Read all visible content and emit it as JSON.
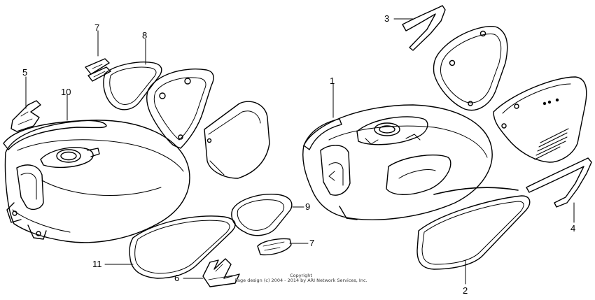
{
  "diagram": {
    "callouts": {
      "part_1": "1",
      "part_2": "2",
      "part_3": "3",
      "part_4": "4",
      "part_5": "5",
      "part_6": "6",
      "part_7_upper": "7",
      "part_7_lower": "7",
      "part_8": "8",
      "part_9": "9",
      "part_10": "10",
      "part_11": "11"
    },
    "copyright_line1": "Copyright",
    "copyright_line2": "Page design (c) 2004 - 2014 by ARI Network Services, Inc."
  }
}
